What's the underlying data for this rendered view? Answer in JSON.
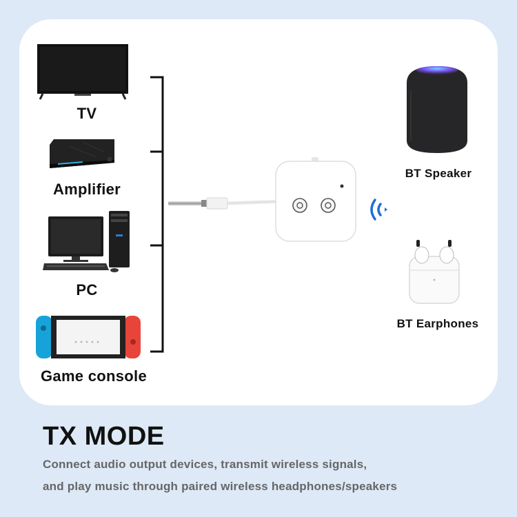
{
  "sources": [
    {
      "label": "TV",
      "icon": "tv-icon"
    },
    {
      "label": "Amplifier",
      "icon": "amplifier-icon"
    },
    {
      "label": "PC",
      "icon": "pc-icon"
    },
    {
      "label": "Game console",
      "icon": "game-console-icon"
    }
  ],
  "destinations": [
    {
      "label": "BT Speaker",
      "icon": "speaker-icon"
    },
    {
      "label": "BT Earphones",
      "icon": "earphones-icon"
    }
  ],
  "center_device": {
    "icon": "bluetooth-adapter-icon",
    "signal_icon": "wireless-signal-icon"
  },
  "mode": {
    "title": "TX MODE",
    "line1": "Connect audio output devices, transmit wireless signals,",
    "line2": "and play music through paired wireless headphones/speakers"
  },
  "colors": {
    "background": "#dde9f6",
    "card": "#ffffff",
    "signal": "#1d6fd6",
    "switch_left": "#16a3d9",
    "switch_right": "#e8443a"
  }
}
